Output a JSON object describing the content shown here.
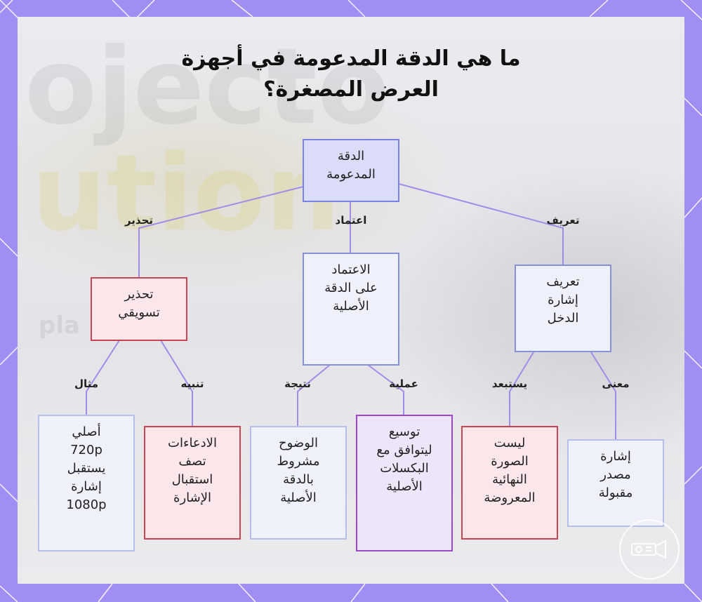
{
  "title": {
    "line1": "ما هي الدقة المدعومة في أجهزة",
    "line2": "العرض المصغرة؟"
  },
  "background_text": {
    "line1": "ojecto",
    "line2": "ution",
    "line3": "pla"
  },
  "nodes": {
    "root": "الدقة\nالمدعومة",
    "warning": "تحذير\nتسويقي",
    "native": "الاعتماد\nعلى الدقة\nالأصلية",
    "define": "تعريف\nإشارة\nالدخل",
    "example": "أصلي\n720p\nيستقبل\nإشارة\n1080p",
    "claims": "الادعاءات\nتصف\nاستقبال\nالإشارة",
    "clarity": "الوضوح\nمشروط\nبالدقة\nالأصلية",
    "scaling": "توسيع\nليتوافق مع\nالبكسلات\nالأصلية",
    "not_final": "ليست\nالصورة\nالنهائية\nالمعروضة",
    "accepted": "إشارة\nمصدر\nمقبولة"
  },
  "edge_labels": {
    "warning": "تحذير",
    "reliance": "اعتماد",
    "definition": "تعريف",
    "example": "مثال",
    "alert": "تنبيه",
    "result": "نتيجة",
    "process": "عملية",
    "excludes": "يستبعد",
    "meaning": "معنى"
  },
  "colors": {
    "frame": "#a08ef2",
    "connector": "#a38be8",
    "root_fill": "#dadcf8",
    "warning_border": "#c84452",
    "process_border": "#9b47c9"
  },
  "icons": {
    "logo": "projector-icon"
  }
}
